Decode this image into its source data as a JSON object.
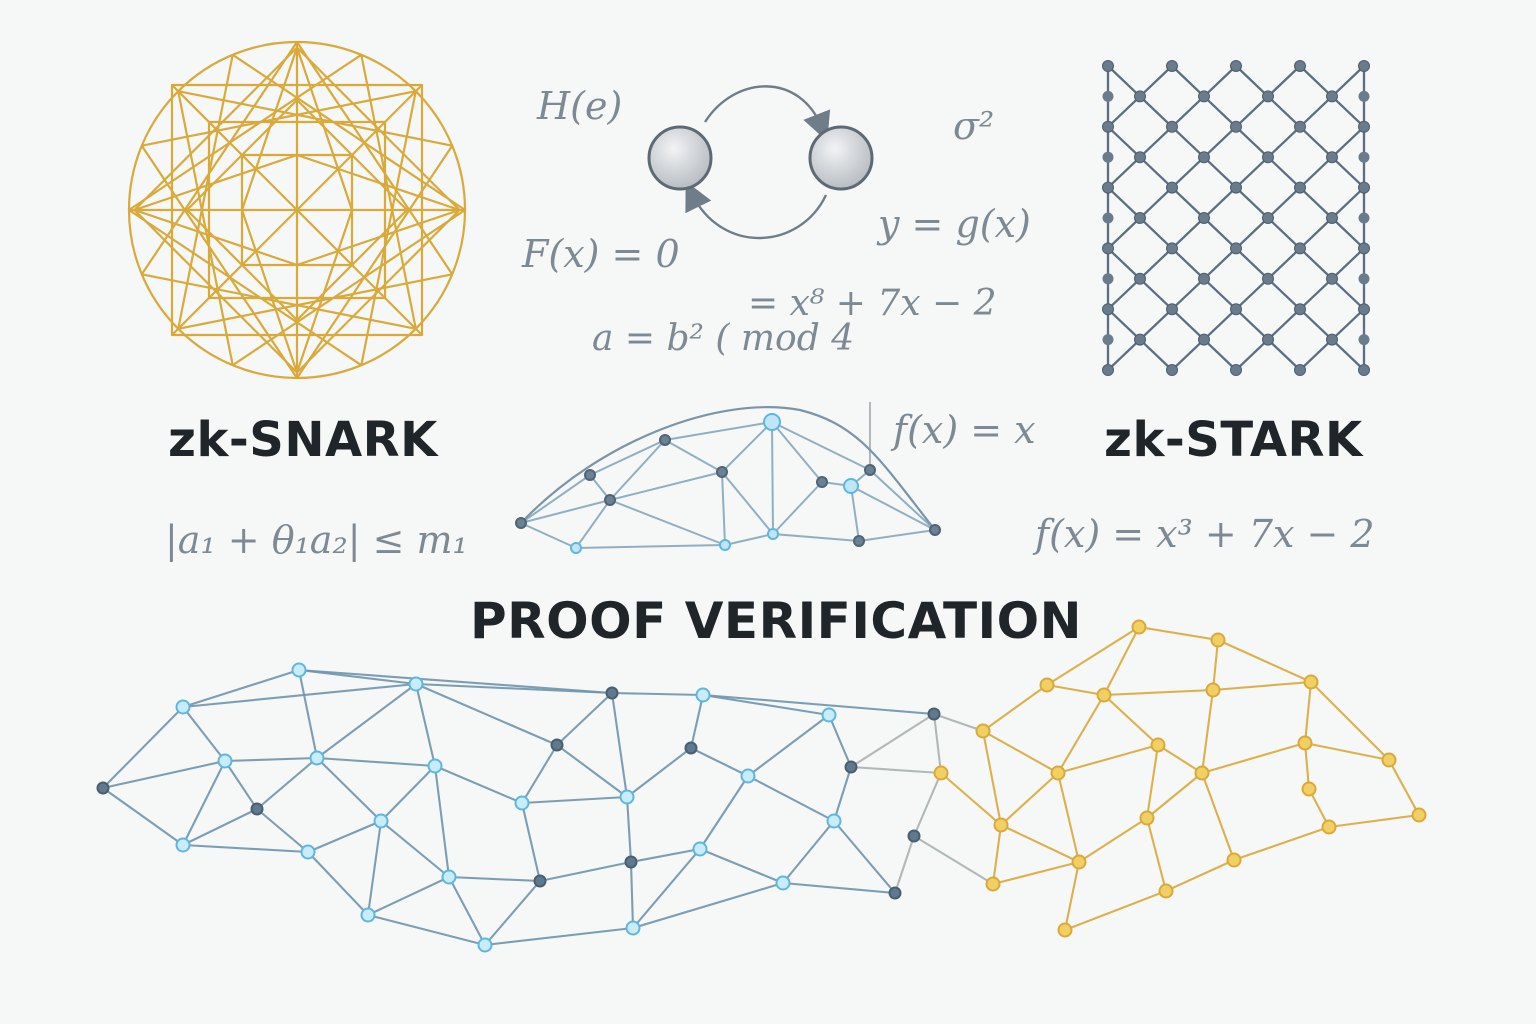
{
  "labels": {
    "snark": "zk-SNARK",
    "stark": "zk-STARK",
    "verification": "PROOF VERIFICATION"
  },
  "formulas": {
    "h_of_e": "H(e)",
    "sigma_sq": "σ²",
    "y_eq_g": "y = g(x)",
    "f_eq_zero": "F(x) = 0",
    "poly_fragment": "= x⁸ + 7x − 2",
    "mod_fragment": "a = b² ( mod 4",
    "f_eq_x": "f(x) = x",
    "inequality": "|a₁ + θ₁a₂| ≤ m₁",
    "f_poly": "f(x) = x³ + 7x − 2"
  },
  "colors": {
    "gold": "#d9a93a",
    "slate": "#5b6f80",
    "sky": "#5fb6e0",
    "text_dark": "#1f2529",
    "text_formula": "#7d8a93"
  }
}
